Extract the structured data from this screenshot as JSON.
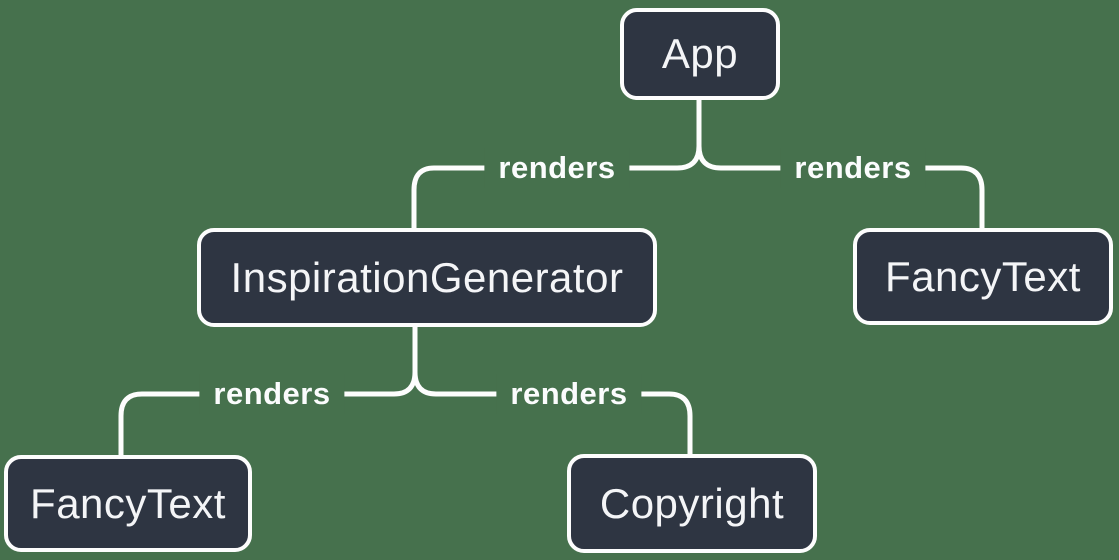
{
  "diagram": {
    "type": "react-render-tree",
    "background_color": "#46714D",
    "node_fill_color": "#2E3542",
    "node_border_color": "#FDFDFD",
    "node_text_color": "#F4F5F7",
    "edge_line_color": "#FDFDFD",
    "edge_label_text_color": "#FBFCFD",
    "nodes": [
      {
        "id": "app",
        "label": "App"
      },
      {
        "id": "inspiration-generator",
        "label": "InspirationGenerator"
      },
      {
        "id": "fancy-text-right",
        "label": "FancyText"
      },
      {
        "id": "fancy-text-left",
        "label": "FancyText"
      },
      {
        "id": "copyright",
        "label": "Copyright"
      }
    ],
    "edges": [
      {
        "from": "App",
        "to": "InspirationGenerator",
        "label": "renders"
      },
      {
        "from": "App",
        "to": "FancyText",
        "label": "renders"
      },
      {
        "from": "InspirationGenerator",
        "to": "FancyText",
        "label": "renders"
      },
      {
        "from": "InspirationGenerator",
        "to": "Copyright",
        "label": "renders"
      }
    ]
  }
}
